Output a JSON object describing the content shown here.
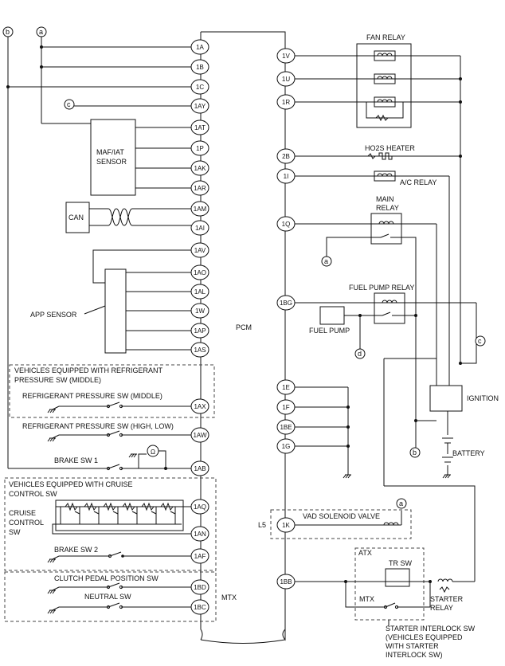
{
  "pcm": "PCM",
  "pins": {
    "p1A": "1A",
    "p1B": "1B",
    "p1C": "1C",
    "p1AY": "1AY",
    "p1AT": "1AT",
    "p1P": "1P",
    "p1AK": "1AK",
    "p1AR": "1AR",
    "p1AM": "1AM",
    "p1AI": "1AI",
    "p1AV": "1AV",
    "p1AO": "1AO",
    "p1AL": "1AL",
    "p1W": "1W",
    "p1AP": "1AP",
    "p1AS": "1AS",
    "p1AX": "1AX",
    "p1AW": "1AW",
    "p1AB": "1AB",
    "p1AQ": "1AQ",
    "p1AN": "1AN",
    "p1AF": "1AF",
    "p1BD": "1BD",
    "p1BC": "1BC",
    "p1V": "1V",
    "p1U": "1U",
    "p1R": "1R",
    "p2B": "2B",
    "p1I": "1I",
    "p1Q": "1Q",
    "p1BG": "1BG",
    "p1E": "1E",
    "p1F": "1F",
    "p1BE": "1BE",
    "p1G": "1G",
    "p1K": "1K",
    "p1BB": "1BB"
  },
  "refs": {
    "a": "a",
    "b": "b",
    "c": "c",
    "d": "d"
  },
  "labels": {
    "maf1": "MAF/IAT",
    "maf2": "SENSOR",
    "can": "CAN",
    "app": "APP SENSOR",
    "veh_ref1": "VEHICLES EQUIPPED WITH REFRIGERANT",
    "veh_ref2": "PRESSURE SW (MIDDLE)",
    "ref_mid": "REFRIGERANT PRESSURE SW (MIDDLE)",
    "ref_hl": "REFRIGERANT PRESSURE SW (HIGH, LOW)",
    "brake1": "BRAKE  SW 1",
    "veh_cruise1": "VEHICLES EQUIPPED WITH CRUISE",
    "veh_cruise2": "CONTROL SW",
    "cruise1": "CRUISE",
    "cruise2": "CONTROL",
    "cruise3": "SW",
    "brake2": "BRAKE  SW 2",
    "clutch": "CLUTCH PEDAL POSITION SW",
    "neutral": "NEUTRAL SW",
    "mtx_left": "MTX",
    "fan_relay": "FAN RELAY",
    "ho2s": "HO2S HEATER",
    "ac_relay": "A/C RELAY",
    "main1": "MAIN",
    "main2": "RELAY",
    "fuel_pump_relay": "FUEL PUMP RELAY",
    "fuel_pump": "FUEL PUMP",
    "ignition": "IGNITION",
    "battery": "BATTERY",
    "vad": "VAD SOLENOID VALVE",
    "l5": "L5",
    "atx": "ATX",
    "tr_sw": "TR SW",
    "mtx_right": "MTX",
    "starter1": "STARTER",
    "starter2": "RELAY",
    "interlock1": "STARTER INTERLOCK SW",
    "interlock2": "(VEHICLES EQUIPPED",
    "interlock3": "WITH STARTER",
    "interlock4": "INTERLOCK SW)"
  }
}
